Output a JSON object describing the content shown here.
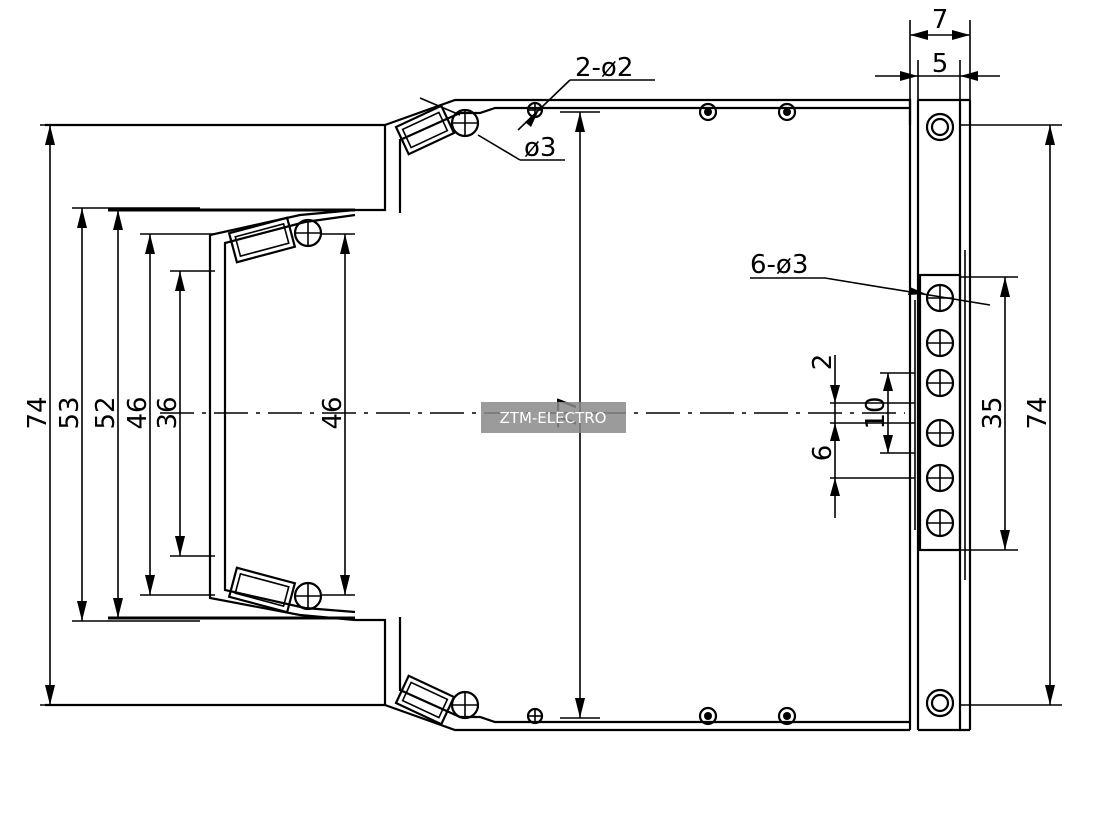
{
  "dimensions": {
    "left_74": "74",
    "left_53": "53",
    "left_52": "52",
    "left_46": "46",
    "left_36": "36",
    "mid_46": "46",
    "center_77": "77",
    "right_74": "74",
    "right_35": "35",
    "top_7": "7",
    "top_5": "5",
    "hole_2": "2",
    "hole_10": "10",
    "hole_6": "6"
  },
  "callouts": {
    "holes_2_phi2": "2-ø2",
    "hole_phi3": "ø3",
    "holes_6_phi3": "6-ø3"
  },
  "watermark": "ZTM-ELECTRO"
}
